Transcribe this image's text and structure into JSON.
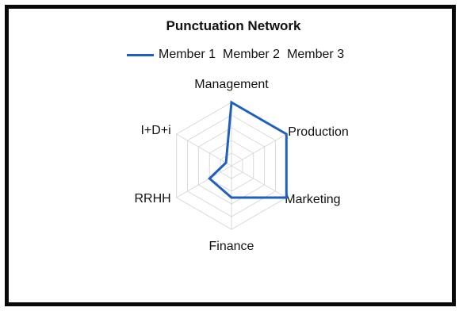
{
  "chart_data": {
    "type": "radar",
    "title": "Punctuation Network",
    "axes": [
      "Management",
      "Production",
      "Marketing",
      "Finance",
      "RRHH",
      "I+D+i"
    ],
    "series": [
      {
        "name": "Member 1",
        "values": [
          5,
          5,
          5,
          2.5,
          2,
          0.5
        ]
      },
      {
        "name": "Member 2",
        "values": []
      },
      {
        "name": "Member 3",
        "values": []
      }
    ],
    "rlim": [
      0,
      5
    ],
    "grid": true,
    "legend_position": "top",
    "series_color": "#1f5fbf",
    "grid_color": "#d9d9d9"
  }
}
